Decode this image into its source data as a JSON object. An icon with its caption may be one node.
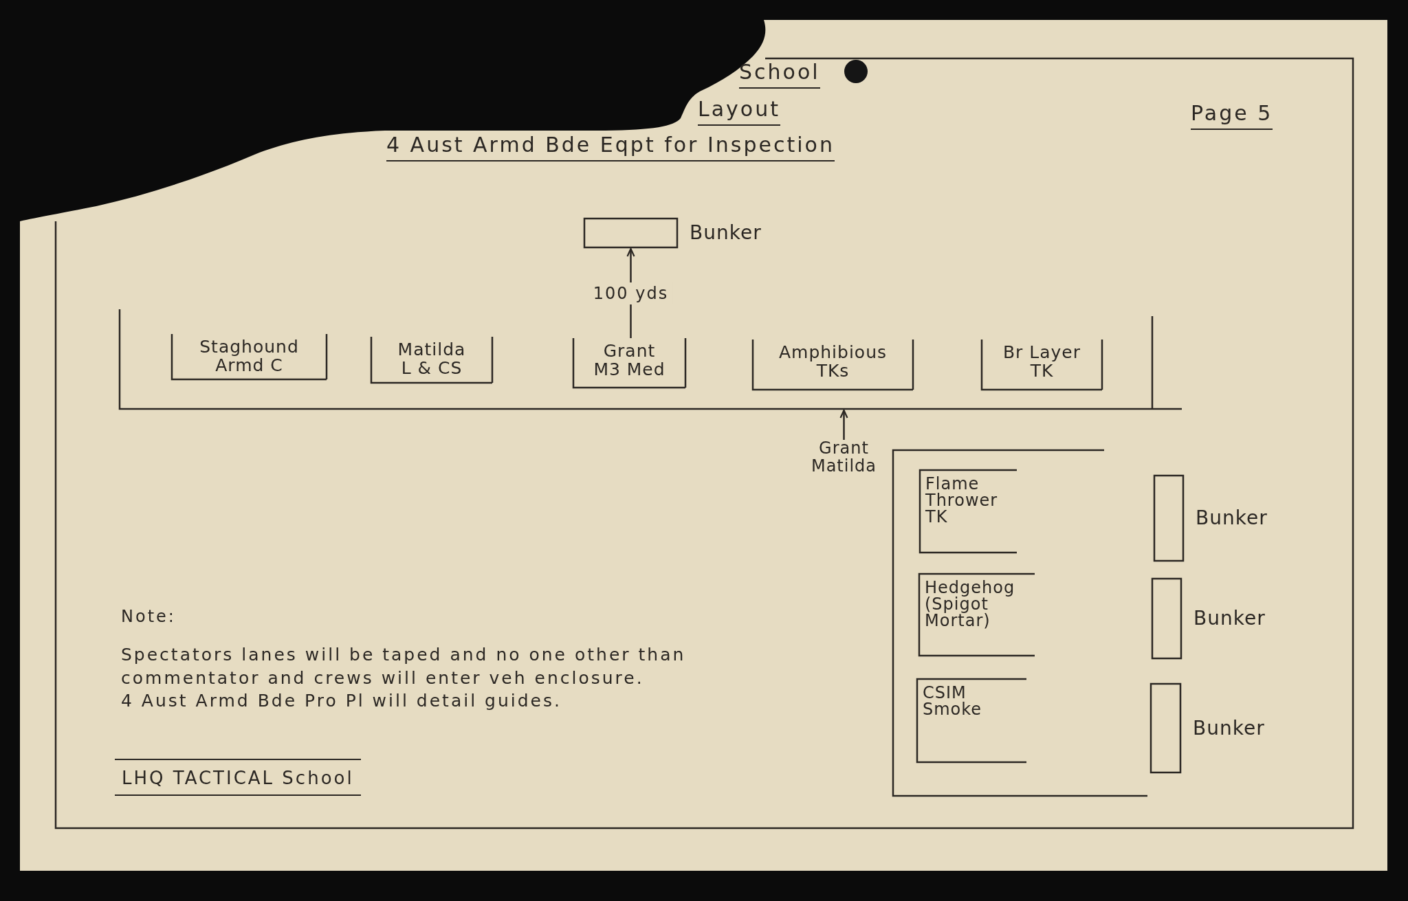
{
  "diagram": {
    "title": "4 Aust Armd Bde Eqpt for Inspection",
    "nodes": [
      {
        "text": [],
        "shape": "box",
        "beside": [
          "Bunker"
        ]
      },
      {
        "text": [],
        "shape": "box"
      },
      {
        "text": [
          "Staghound Armd C"
        ],
        "in": 1
      },
      {
        "text": [
          "Matilda L & CS"
        ],
        "in": 1
      },
      {
        "text": [
          "Grant M3 Med"
        ],
        "in": 1
      },
      {
        "text": [
          "Amphibious TKs"
        ],
        "in": 1
      },
      {
        "text": [
          "Br Layer TK"
        ],
        "in": 1
      },
      {
        "text": [
          "Grant Matilda"
        ]
      },
      {
        "text": [],
        "shape": "box"
      },
      {
        "text": [
          "Flame Thrower TK"
        ],
        "in": 8
      },
      {
        "text": [
          "Hedgehog (Spigot Mortar)"
        ],
        "in": 8
      },
      {
        "text": [
          "CSIM Smoke"
        ],
        "in": 8
      },
      {
        "text": [],
        "shape": "box",
        "beside": [
          "Bunker"
        ]
      },
      {
        "text": [],
        "shape": "box",
        "beside": [
          "Bunker"
        ]
      },
      {
        "text": [],
        "shape": "box",
        "beside": [
          "Bunker"
        ]
      }
    ],
    "edges": [
      {
        "from": 4,
        "to": 0,
        "arrow": "to",
        "label": "100 yds"
      },
      {
        "from": 7,
        "to": 1,
        "arrow": "to"
      }
    ],
    "labels": [
      "School",
      "Layout",
      "Page 5",
      "Note:",
      "Spectators lanes will be taped and no one other than commentator and crews will enter veh enclosure.",
      "4 Aust Armd Bde Pro Pl will detail guides.",
      "LHQ TACTICAL School"
    ]
  }
}
